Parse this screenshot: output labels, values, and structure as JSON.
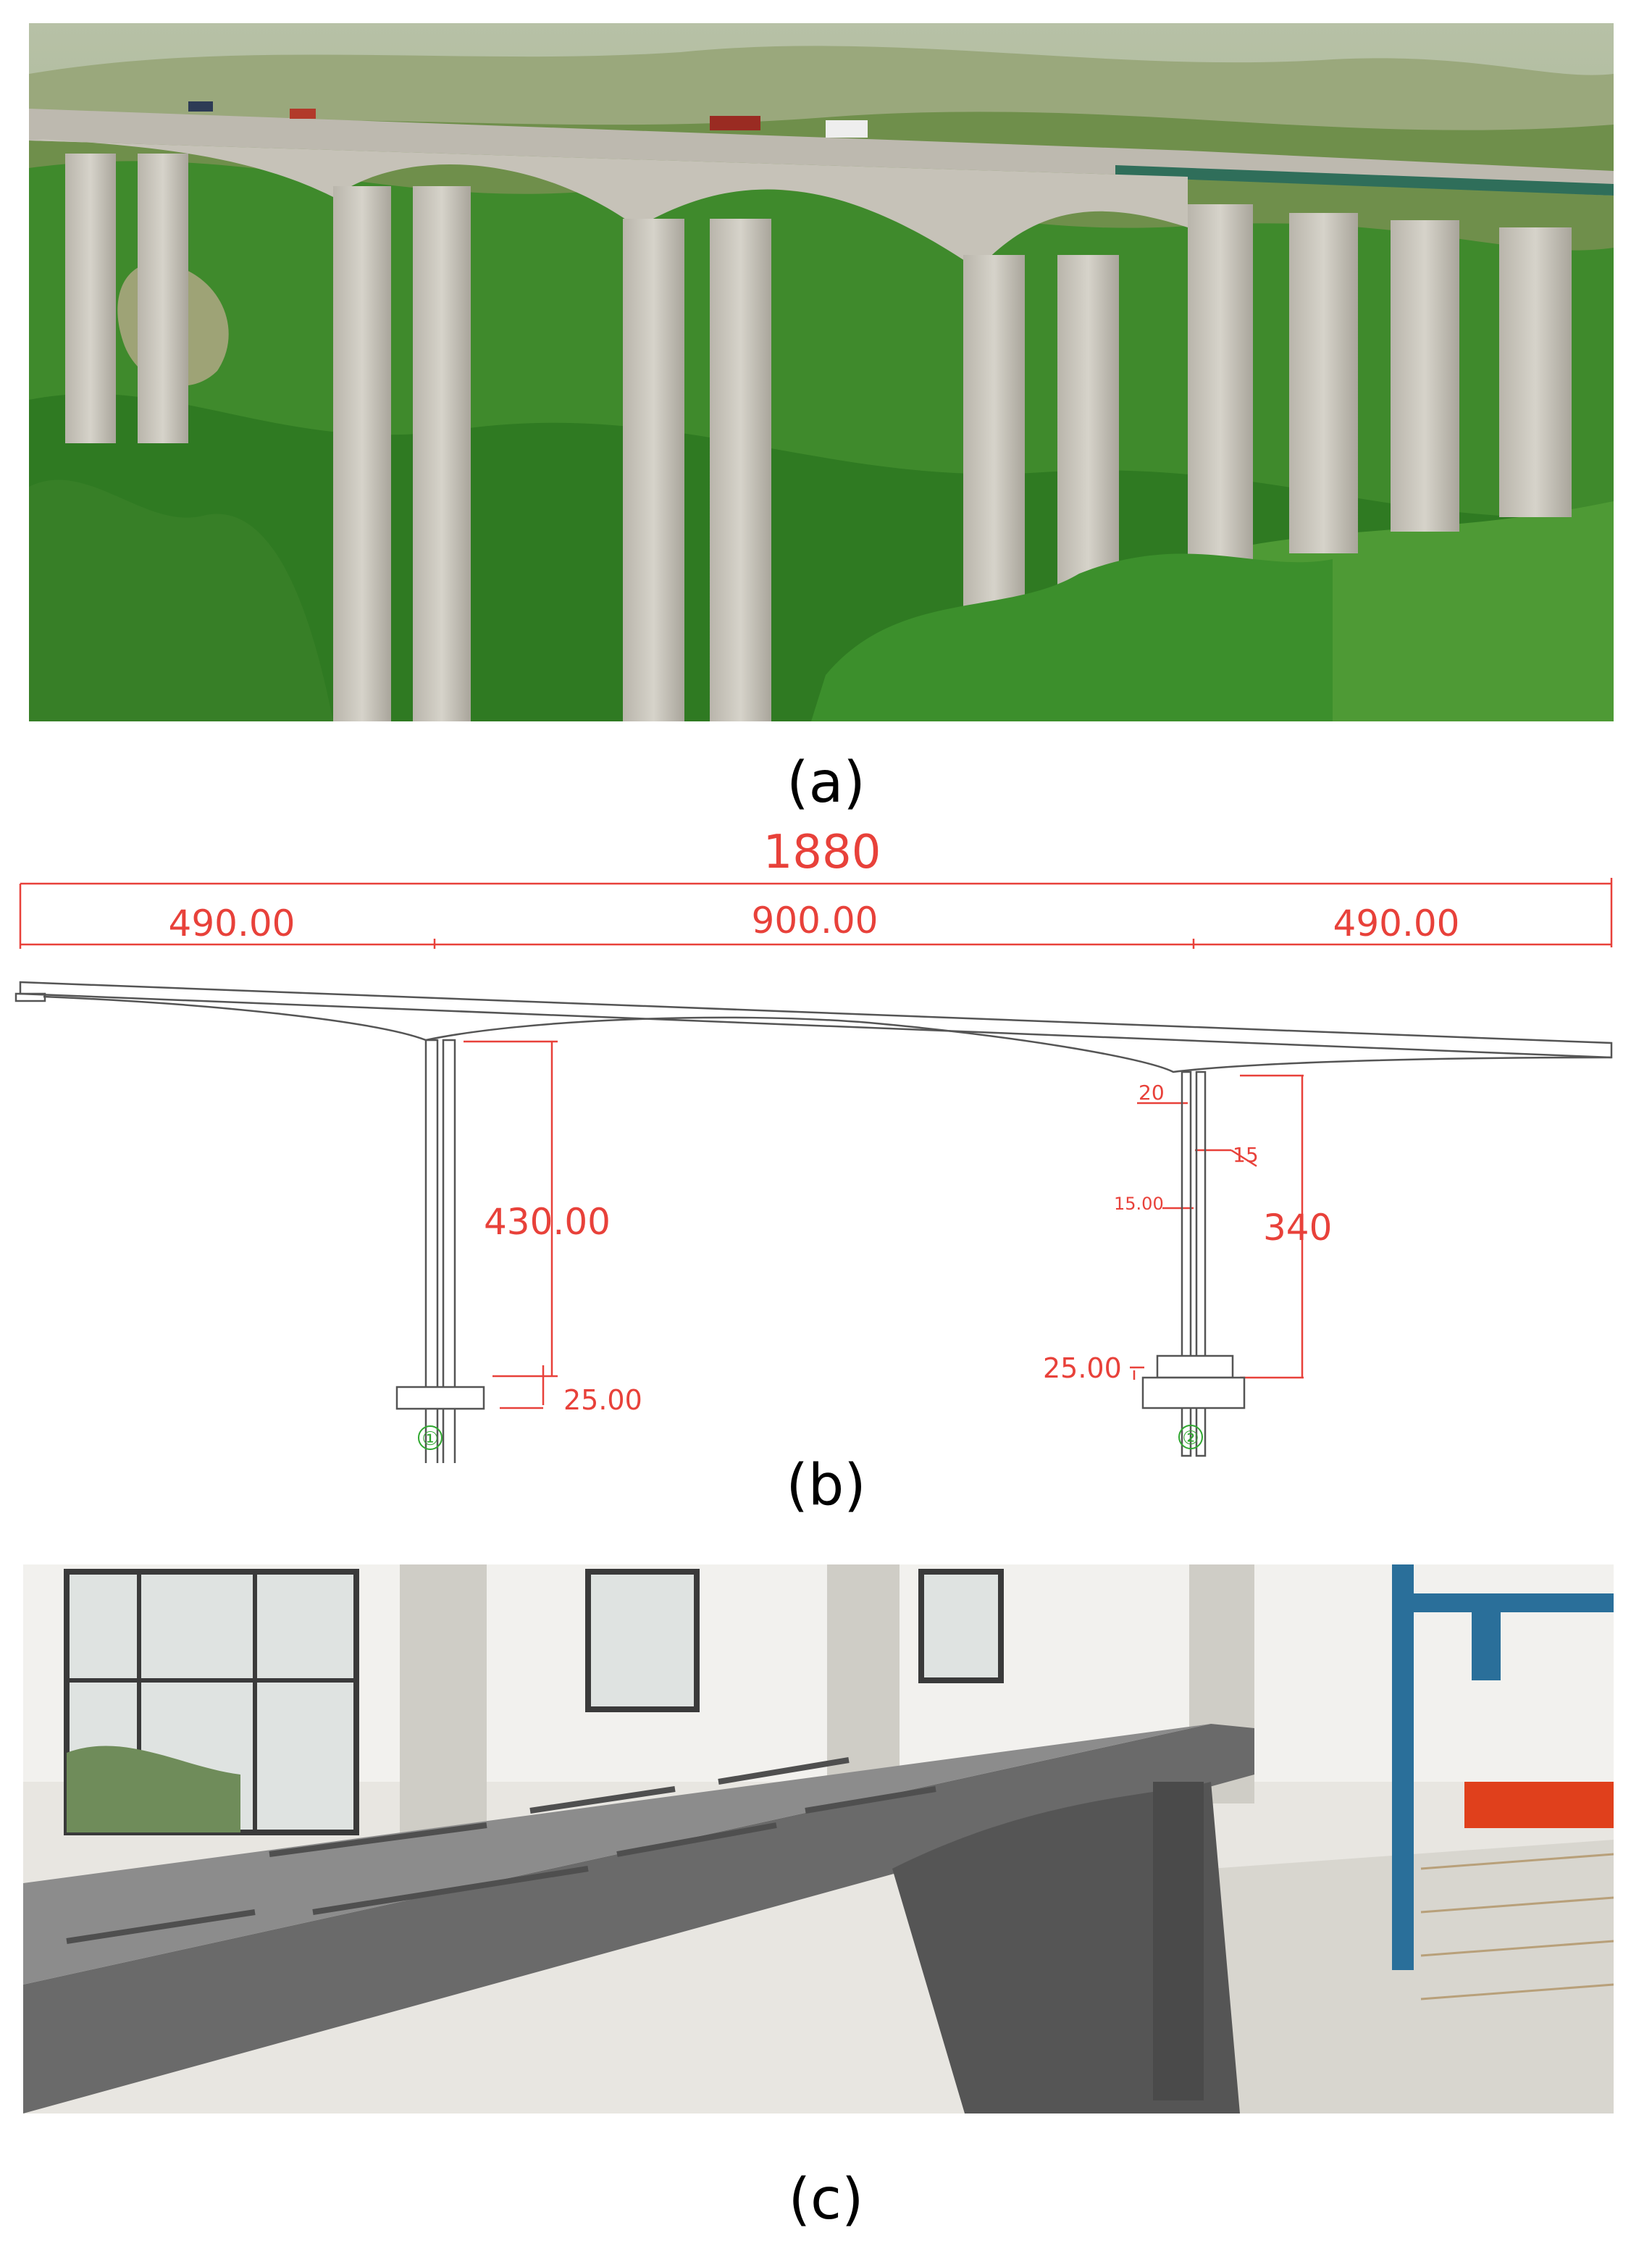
{
  "figure": {
    "captions": {
      "a": "(a)",
      "b": "(b)",
      "c": "(c)"
    },
    "drawing": {
      "total_span": "1880",
      "span_left": "490.00",
      "span_mid": "900.00",
      "span_right": "490.00",
      "pier1_height": "430.00",
      "pier1_base": "25.00",
      "pier2_height": "340",
      "pier2_width": "20",
      "pier2_wall": "15",
      "pier2_gap": "15.00",
      "pier2_base": "25.00",
      "pier1_id": "①",
      "pier2_id": "②"
    },
    "colors": {
      "dimension": "#e8413a",
      "linework": "#555555",
      "pier_marker": "#2fa82f",
      "vegetation": "#3f8a2c",
      "concrete": "#c9c6bd",
      "lab_sign": "#e0401c",
      "steel_frame": "#2a6f9a"
    }
  }
}
